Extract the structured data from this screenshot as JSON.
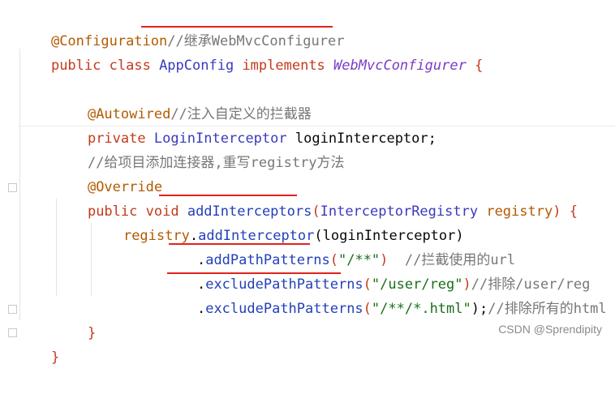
{
  "code": {
    "l1_annotation": "@Configuration",
    "l1_comment": "//继承WebMvcConfigurer",
    "l2_public": "public",
    "l2_class": "class",
    "l2_name": "AppConfig",
    "l2_implements": "implements",
    "l2_iface": "WebMvcConfigurer",
    "l2_brace": "{",
    "l4_annotation": "@Autowired",
    "l4_comment": "//注入自定义的拦截器",
    "l5_private": "private",
    "l5_type": "LoginInterceptor",
    "l5_field": "loginInterceptor;",
    "l6_comment": "//给项目添加连接器,重写registry方法",
    "l7_annotation": "@Override",
    "l8_public": "public",
    "l8_void": "void",
    "l8_method": "addInterceptors",
    "l8_open": "(",
    "l8_type": "InterceptorRegistry",
    "l8_param": "registry",
    "l8_close": ")",
    "l8_brace": "{",
    "l9_obj": "registry",
    "l9_dot": ".",
    "l9_call": "addInterceptor",
    "l9_arg": "(loginInterceptor)",
    "l10_dot": ".",
    "l10_call": "addPathPatterns",
    "l10_open": "(",
    "l10_str": "\"/**\"",
    "l10_close": ")",
    "l10_comment": "//拦截使用的url",
    "l11_dot": ".",
    "l11_call": "excludePathPatterns",
    "l11_open": "(",
    "l11_str": "\"/user/reg\"",
    "l11_close": ")",
    "l11_comment": "//排除/user/reg",
    "l12_dot": ".",
    "l12_call": "excludePathPatterns",
    "l12_open": "(",
    "l12_str": "\"/**/*.html\"",
    "l12_close": ");",
    "l12_comment": "//排除所有的html",
    "l13_brace": "}",
    "l14_brace": "}"
  },
  "watermark": "CSDN @Sprendipity",
  "colors": {
    "keyword": "#c43a1d",
    "annotation": "#b35a00",
    "class": "#3a3abf",
    "interface": "#7a3cc6",
    "method": "#2340b8",
    "string": "#1a6e1a",
    "comment": "#777777",
    "underline": "#e0231c"
  }
}
